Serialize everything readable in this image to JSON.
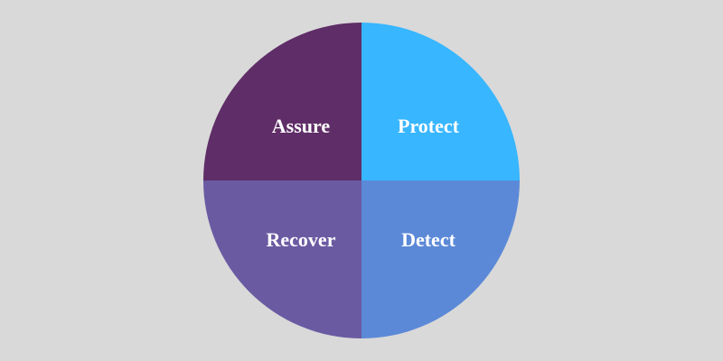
{
  "background": "#d9d9d9",
  "quadrants": [
    {
      "id": "top-left",
      "label": "Assure",
      "color": "#5f2d67"
    },
    {
      "id": "top-right",
      "label": "Protect",
      "color": "#38b6ff"
    },
    {
      "id": "bottom-left",
      "label": "Recover",
      "color": "#6a5aa2"
    },
    {
      "id": "bottom-right",
      "label": "Detect",
      "color": "#5c89d7"
    }
  ]
}
